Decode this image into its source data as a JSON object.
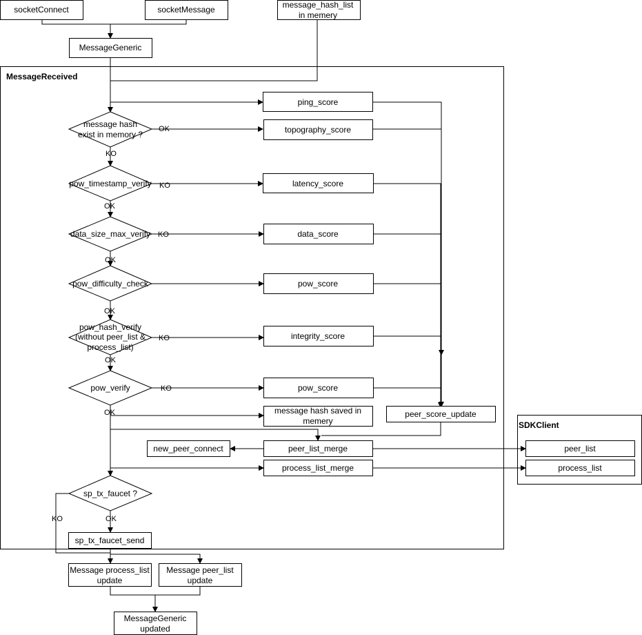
{
  "diagram": {
    "top_inputs": {
      "socket_connect": "socketConnect",
      "socket_message": "socketMessage",
      "hash_list_line1": "message_hash_list",
      "hash_list_line2": "in memery"
    },
    "message_generic": "MessageGeneric",
    "message_received_title": "MessageReceived",
    "sdk_client_title": "SDKClient",
    "decisions": {
      "hash_exists_line1": "message hash",
      "hash_exists_line2": "exist in memory ?",
      "pow_timestamp_verify": "pow_timestamp_verify",
      "data_size_max_verify": "data_size_max_verify",
      "pow_difficulty_check": "pow_difficulty_check",
      "pow_hash_verify_line1": "pow_hash_verify",
      "pow_hash_verify_line2": "(without peer_list &",
      "pow_hash_verify_line3": "process_list)",
      "pow_verify": "pow_verify",
      "sp_tx_faucet": "sp_tx_faucet ?"
    },
    "scores": {
      "ping_score": "ping_score",
      "topography_score": "topography_score",
      "latency_score": "latency_score",
      "data_score": "data_score",
      "pow_score_1": "pow_score",
      "integrity_score": "integrity_score",
      "pow_score_2": "pow_score"
    },
    "hash_saved_line1": "message hash saved in",
    "hash_saved_line2": "memery",
    "peer_score_update": "peer_score_update",
    "new_peer_connect": "new_peer_connect",
    "peer_list_merge": "peer_list_merge",
    "process_list_merge": "process_list_merge",
    "peer_list": "peer_list",
    "process_list": "process_list",
    "sp_tx_faucet_send": "sp_tx_faucet_send",
    "msg_process_list_line1": "Message process_list",
    "msg_process_list_line2": "update",
    "msg_peer_list_line1": "Message peer_list",
    "msg_peer_list_line2": "update",
    "generic_updated_line1": "MessageGeneric",
    "generic_updated_line2": "updated",
    "edge_labels": {
      "hash_ok": "OK",
      "hash_ko": "KO",
      "timestamp_ko": "KO",
      "timestamp_ok": "OK",
      "size_ko": "KO",
      "size_ok": "OK",
      "difficulty_ok": "OK",
      "hash_verify_ko": "KO",
      "hash_verify_ok": "OK",
      "pow_verify_ko": "KO",
      "pow_verify_ok": "OK",
      "faucet_ko": "KO",
      "faucet_ok": "OK"
    }
  }
}
